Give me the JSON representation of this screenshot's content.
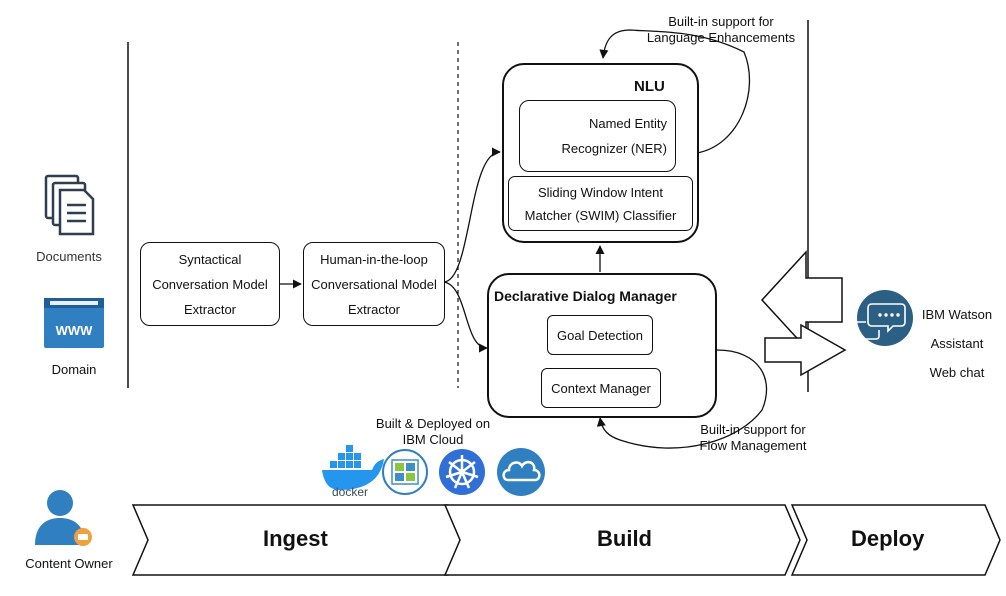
{
  "sources": {
    "documents_label": "Documents",
    "domain_label": "Domain",
    "domain_badge": "WWW",
    "owner_label": "Content Owner"
  },
  "extractors": {
    "syntactical": [
      "Syntactical",
      "Conversation Model",
      "Extractor"
    ],
    "hitl": [
      "Human-in-the-loop",
      "Conversational Model",
      "Extractor"
    ]
  },
  "nlu": {
    "title": "NLU",
    "ner": [
      "Named Entity",
      "Recognizer (NER)"
    ],
    "swim": [
      "Sliding Window Intent",
      "Matcher (SWIM) Classifier"
    ]
  },
  "dialog_manager": {
    "title": "Declarative Dialog Manager",
    "goal": "Goal Detection",
    "context": "Context Manager"
  },
  "annotations": {
    "language": [
      "Built-in support for",
      "Language Enhancements"
    ],
    "flow": [
      "Built-in support for",
      "Flow Management"
    ],
    "cloud": [
      "Built & Deployed on",
      "IBM Cloud"
    ]
  },
  "deploy_target": [
    "IBM Watson",
    "Assistant",
    "Web chat"
  ],
  "stages": [
    "Ingest",
    "Build",
    "Deploy"
  ],
  "icons": [
    "document-stack-icon",
    "www-browser-icon",
    "docker-icon",
    "container-registry-icon",
    "kubernetes-icon",
    "cloud-icon",
    "chat-bubble-icon",
    "content-owner-icon",
    "watson-globe-icon"
  ],
  "colors": {
    "icon_blue": "#2f7fc1",
    "dark_blue": "#1f4e79",
    "accent_orange": "#f2a03d"
  }
}
